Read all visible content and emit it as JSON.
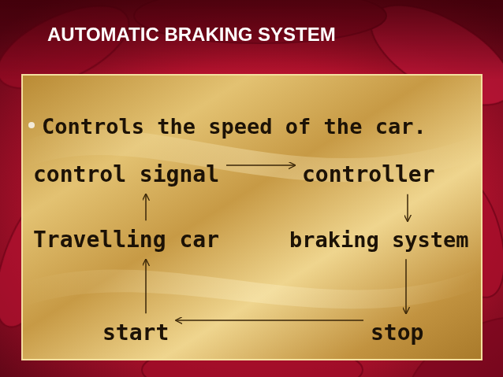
{
  "diagram": {
    "title": "AUTOMATIC BRAKING SYSTEM",
    "nodes": [
      {
        "text": [
          "control signal"
        ]
      },
      {
        "text": [
          "controller"
        ]
      },
      {
        "text": [
          "Travelling car"
        ]
      },
      {
        "text": [
          "braking system"
        ]
      },
      {
        "text": [
          "start"
        ]
      },
      {
        "text": [
          "stop"
        ]
      }
    ],
    "edges": [
      {
        "from": 0,
        "to": 1,
        "arrow": "to"
      },
      {
        "from": 1,
        "to": 3,
        "arrow": "to"
      },
      {
        "from": 3,
        "to": 5,
        "arrow": "to"
      },
      {
        "from": 5,
        "to": 4,
        "arrow": "to"
      },
      {
        "from": 4,
        "to": 2,
        "arrow": "to"
      },
      {
        "from": 2,
        "to": 0,
        "arrow": "to"
      }
    ],
    "labels": [
      "Controls the speed of the car."
    ]
  }
}
